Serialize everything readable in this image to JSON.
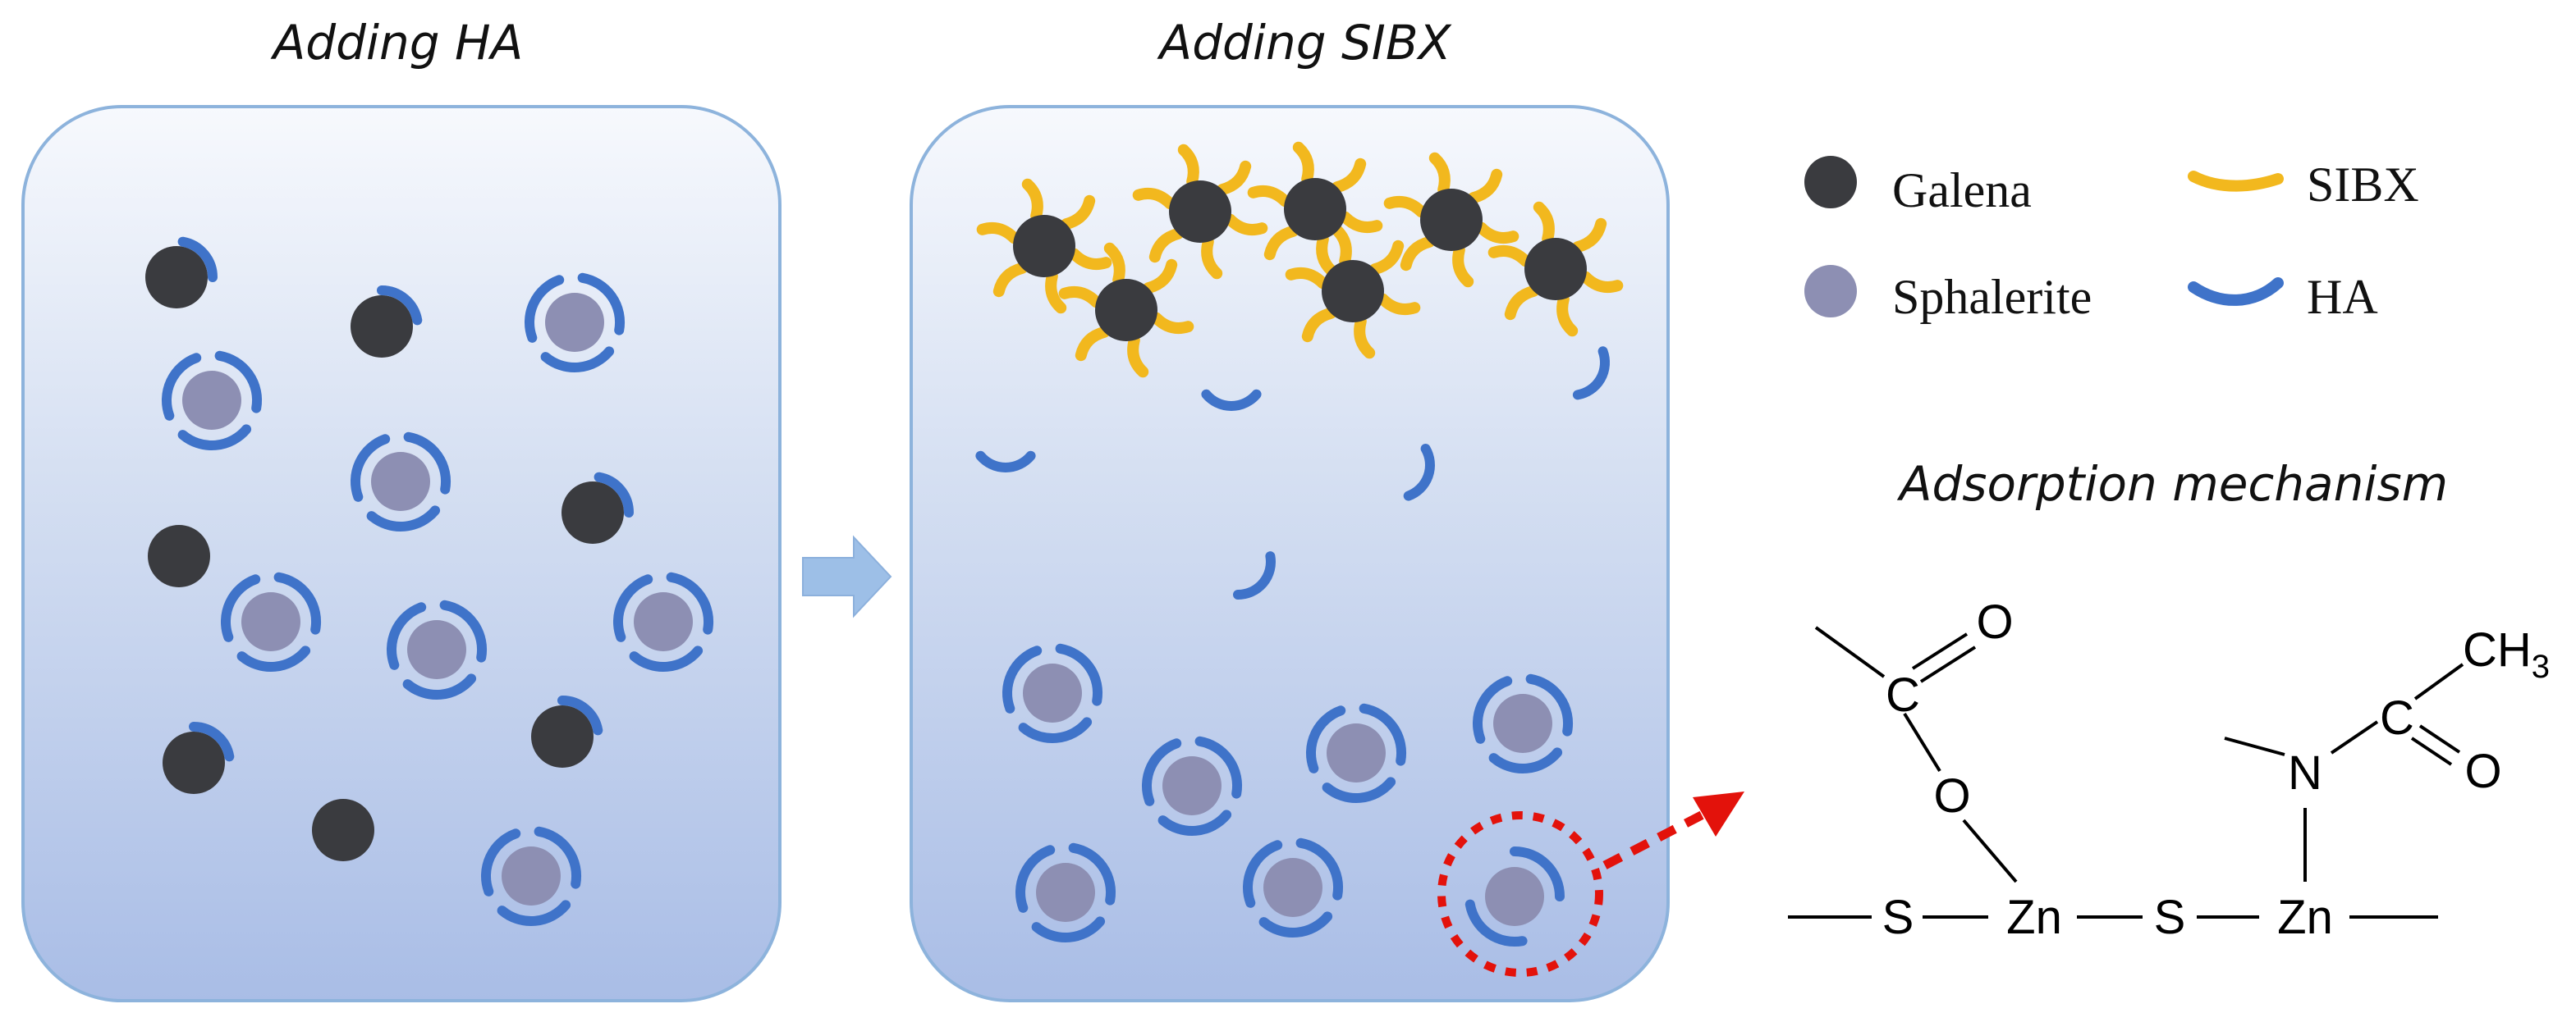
{
  "panels": {
    "left_title": "Adding HA",
    "right_title": "Adding SIBX"
  },
  "legend": {
    "galena": "Galena",
    "sphalerite": "Sphalerite",
    "sibx": "SIBX",
    "ha": "HA"
  },
  "mechanism": {
    "title": "Adsorption mechanism",
    "atoms": {
      "O1": "O",
      "C1": "C",
      "O2": "O",
      "S1": "S",
      "Zn1": "Zn",
      "S2": "S",
      "Zn2": "Zn",
      "N": "N",
      "C2": "C",
      "O3": "O",
      "CH": "CH",
      "sub3": "3"
    }
  },
  "colors": {
    "galena": "#3a3b3f",
    "sphalerite": "#8d8fb3",
    "ha": "#3f73c9",
    "sibx": "#f2b81e",
    "panel_border": "#8db3dc",
    "panel_top": "#f7f9fd",
    "panel_bottom": "#a9bde6",
    "arrow": "#9dbfe7",
    "highlight": "#e3120b"
  }
}
